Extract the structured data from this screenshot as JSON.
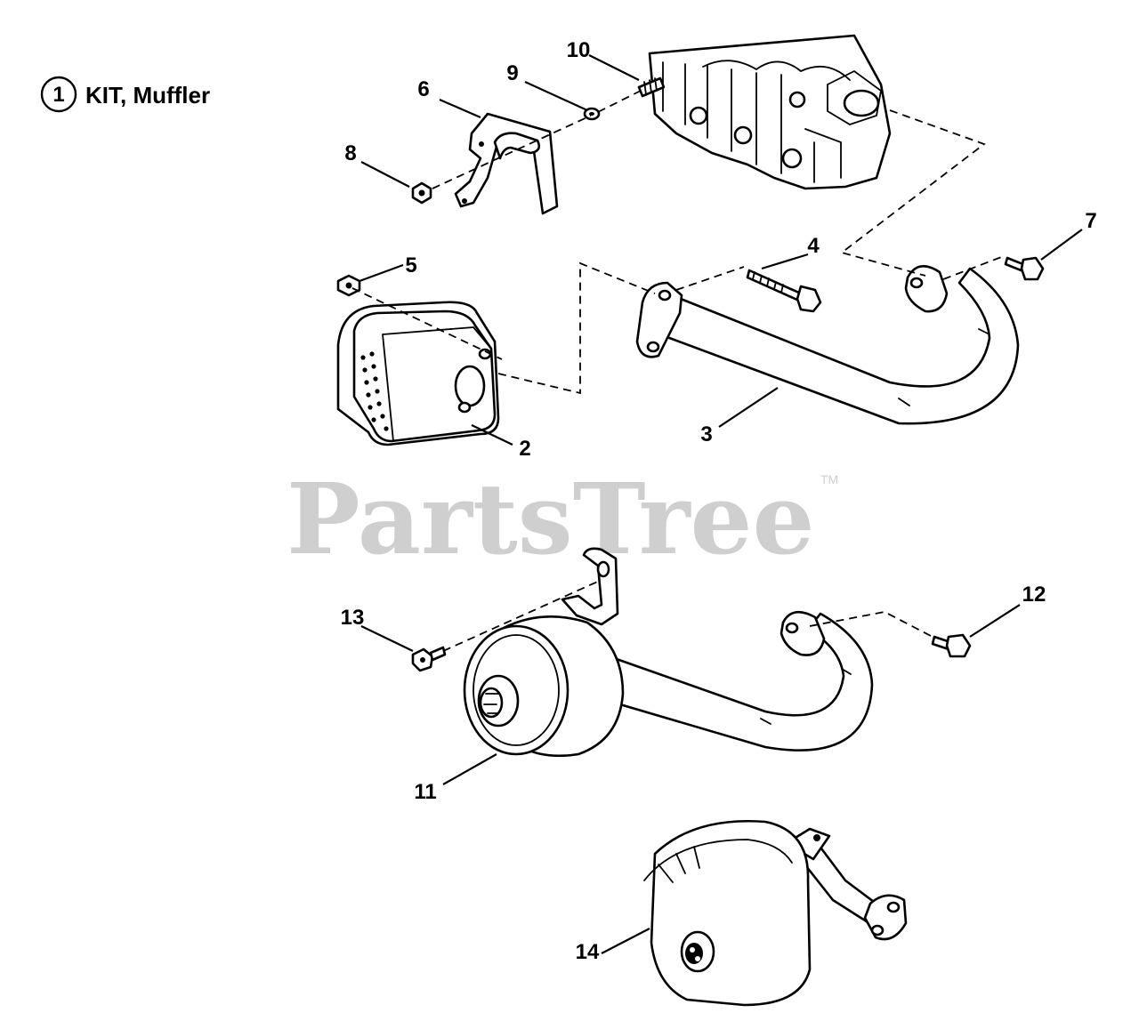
{
  "kit": {
    "number": "1",
    "label": "KIT, Muffler"
  },
  "watermark": {
    "text": "PartsTree",
    "tm": "TM"
  },
  "callouts": {
    "c2": "2",
    "c3": "3",
    "c4": "4",
    "c5": "5",
    "c6": "6",
    "c7": "7",
    "c8": "8",
    "c9": "9",
    "c10": "10",
    "c11": "11",
    "c12": "12",
    "c13": "13",
    "c14": "14"
  }
}
